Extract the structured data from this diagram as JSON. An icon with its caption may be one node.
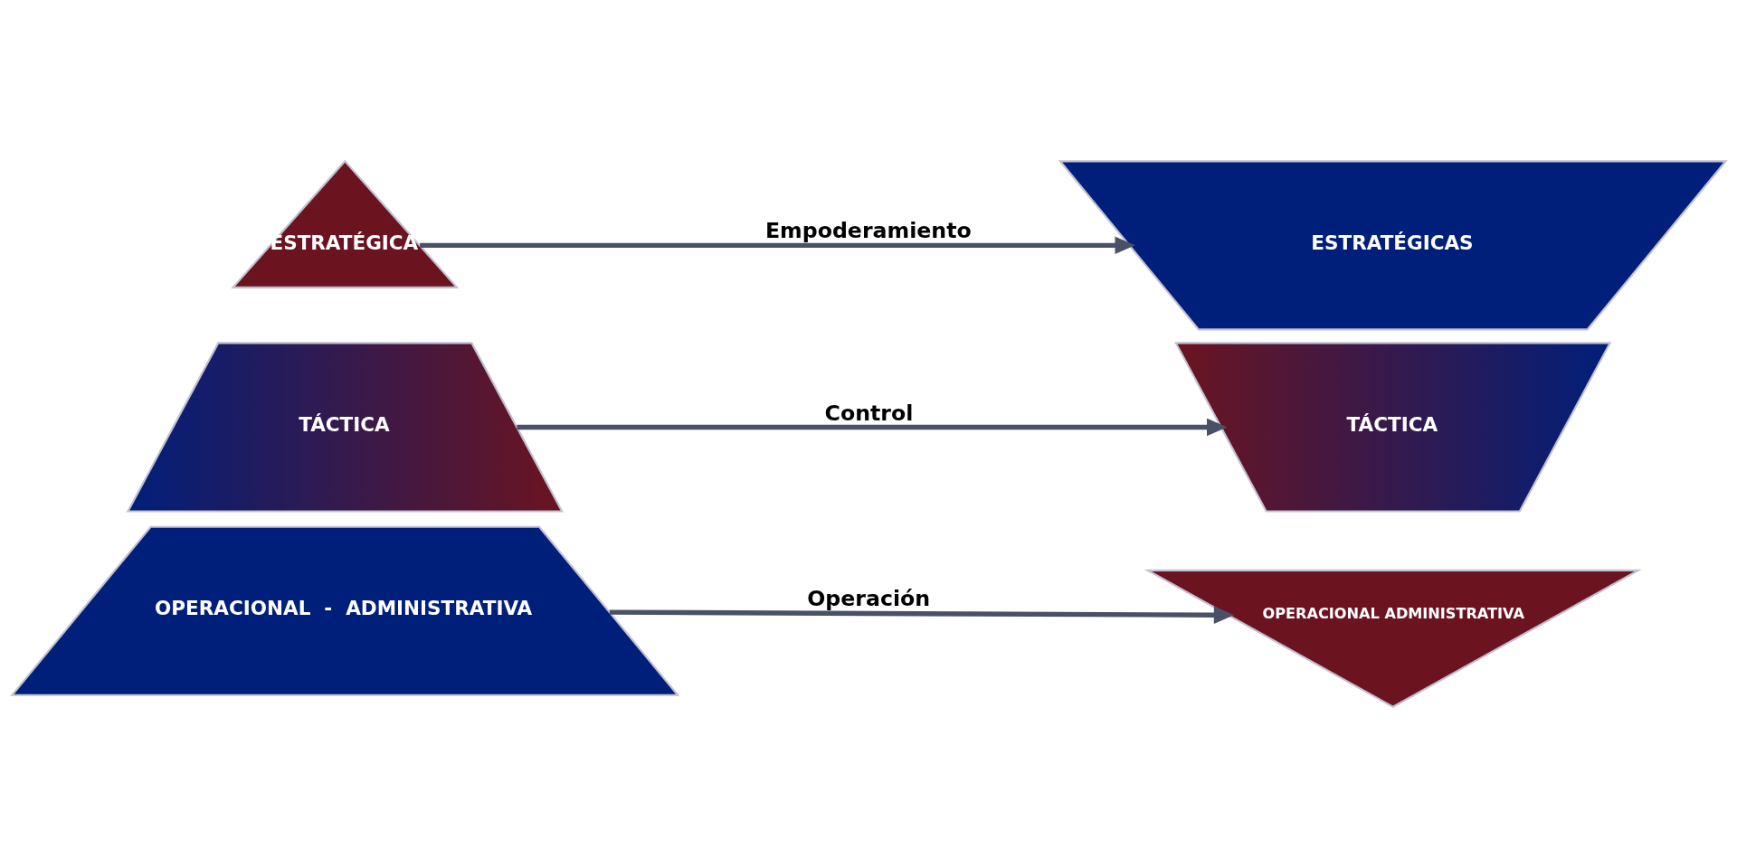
{
  "diagram": {
    "nodes": [
      {
        "text": [
          "ESTRATÉGICA"
        ]
      },
      {
        "text": [
          "TÁCTICA"
        ]
      },
      {
        "text": [
          "OPERACIONAL  -  ADMINISTRATIVA"
        ]
      },
      {
        "text": [
          "ESTRATÉGICAS"
        ]
      },
      {
        "text": [
          "TÁCTICA"
        ]
      },
      {
        "text": [
          "OPERACIONAL ADMINISTRATIVA"
        ]
      }
    ],
    "edges": [
      {
        "from": 0,
        "to": 3,
        "arrow": "to",
        "label": "Empoderamiento"
      },
      {
        "from": 1,
        "to": 4,
        "arrow": "to",
        "label": "Control"
      },
      {
        "from": 2,
        "to": 5,
        "arrow": "to",
        "label": "Operación"
      }
    ]
  }
}
